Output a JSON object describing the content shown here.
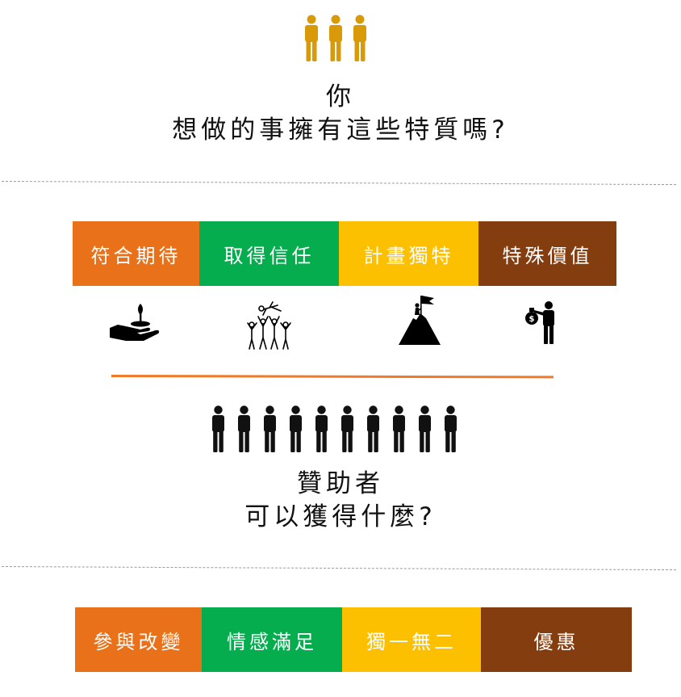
{
  "top_heading": {
    "line1": "你",
    "line2": "想做的事擁有這些特質嗎?"
  },
  "traits": [
    {
      "label": "符合期待",
      "color": "#E8711A"
    },
    {
      "label": "取得信任",
      "color": "#06AD4E"
    },
    {
      "label": "計畫獨特",
      "color": "#FDC000"
    },
    {
      "label": "特殊價值",
      "color": "#843D0F"
    }
  ],
  "trait_icons": [
    "hand-sprout-icon",
    "crowd-celebration-icon",
    "mountain-flag-icon",
    "money-bag-person-icon"
  ],
  "sponsor_heading": {
    "line1": "贊助者",
    "line2": "可以獲得什麼?"
  },
  "benefits": [
    {
      "label": "參與改變",
      "color": "#E8711A"
    },
    {
      "label": "情感滿足",
      "color": "#06AD4E"
    },
    {
      "label": "獨一無二",
      "color": "#FDC000"
    },
    {
      "label": "優惠",
      "color": "#843D0F"
    }
  ],
  "colors": {
    "gold_people": "#D99A0A",
    "orange_rule": "#F07A2A",
    "dark_people": "#111111"
  }
}
